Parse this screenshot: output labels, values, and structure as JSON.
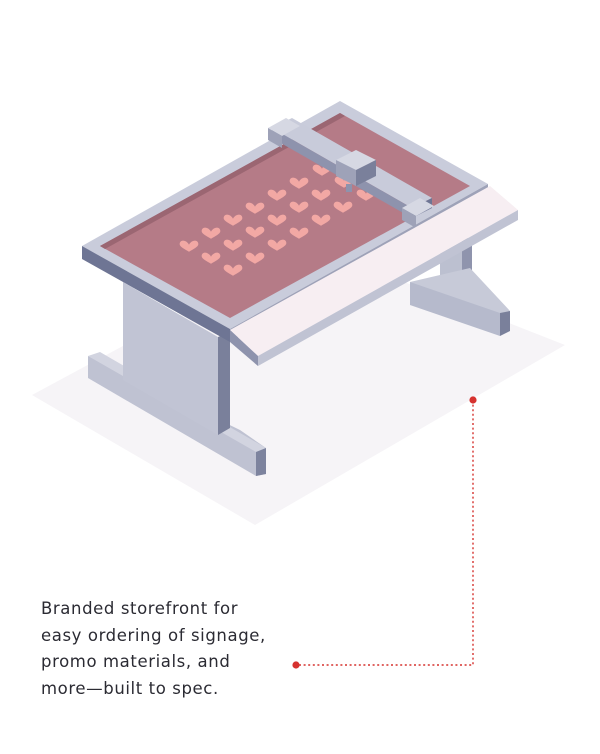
{
  "caption": {
    "lines": [
      "Branded storefront for",
      "easy ordering of signage,",
      "promo materials, and",
      "more—built to spec."
    ]
  },
  "colors": {
    "background": "#ffffff",
    "floor": "#f6f4f7",
    "frame_light": "#c3c6d6",
    "frame_mid": "#9ea2b8",
    "frame_dark": "#707796",
    "bed": "#b57b87",
    "bed_edge": "#9b6672",
    "hearts": "#f2a8a4",
    "tray": "#f7eef2",
    "tray_edge": "#dcd1da",
    "callout": "#d6322f",
    "text": "#2b2b33"
  },
  "icons": {
    "machine": "flatbed-cutter-illustration",
    "heart": "heart-icon",
    "callout": "callout-dot-icon"
  }
}
